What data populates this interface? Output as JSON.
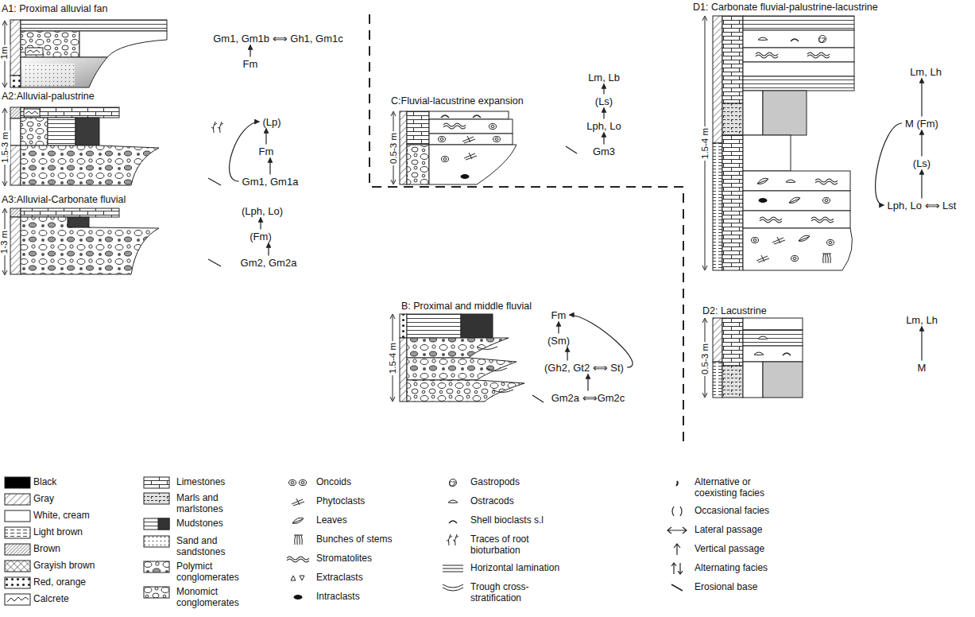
{
  "diagram": {
    "nodes": [
      {
        "text": [
          "Gm1, Gm1b ⟺ Gh1, Gm1c"
        ]
      },
      {
        "text": [
          "Fm"
        ]
      },
      {
        "text": [
          "(Lp)"
        ]
      },
      {
        "text": [
          "Fm"
        ]
      },
      {
        "text": [
          "Gm1, Gm1a"
        ]
      },
      {
        "text": [
          "(Lph, Lo)"
        ]
      },
      {
        "text": [
          "(Fm)"
        ]
      },
      {
        "text": [
          "Gm2, Gm2a"
        ]
      },
      {
        "text": [
          "Lm, Lb"
        ]
      },
      {
        "text": [
          "(Ls)"
        ]
      },
      {
        "text": [
          "Lph, Lo"
        ]
      },
      {
        "text": [
          "Gm3"
        ]
      },
      {
        "text": [
          "Fm"
        ]
      },
      {
        "text": [
          "(Sm)"
        ]
      },
      {
        "text": [
          "(Gh2, Gt2 ⟺ St)"
        ]
      },
      {
        "text": [
          "Gm2a ⟺Gm2c"
        ]
      },
      {
        "text": [
          "Lm, Lh"
        ]
      },
      {
        "text": [
          "M (Fm)"
        ]
      },
      {
        "text": [
          "(Ls)"
        ]
      },
      {
        "text": [
          "Lph, Lo ⟺ Lst"
        ]
      },
      {
        "text": [
          "Lm, Lh"
        ]
      },
      {
        "text": [
          "M"
        ]
      }
    ],
    "edges": [
      {
        "from": 1,
        "to": 0,
        "arrow": "to"
      },
      {
        "from": 4,
        "to": 3,
        "arrow": "to"
      },
      {
        "from": 3,
        "to": 2,
        "arrow": "to"
      },
      {
        "from": 4,
        "to": 2,
        "arrow": "to"
      },
      {
        "from": 7,
        "to": 6,
        "arrow": "to"
      },
      {
        "from": 6,
        "to": 5,
        "arrow": "to"
      },
      {
        "from": 11,
        "to": 10,
        "arrow": "to"
      },
      {
        "from": 10,
        "to": 9,
        "arrow": "to"
      },
      {
        "from": 9,
        "to": 8,
        "arrow": "to"
      },
      {
        "from": 15,
        "to": 14,
        "arrow": "to"
      },
      {
        "from": 14,
        "to": 13,
        "arrow": "to"
      },
      {
        "from": 13,
        "to": 12,
        "arrow": "to"
      },
      {
        "from": 14,
        "to": 12,
        "arrow": "to"
      },
      {
        "from": 19,
        "to": 18,
        "arrow": "to"
      },
      {
        "from": 18,
        "to": 17,
        "arrow": "to"
      },
      {
        "from": 17,
        "to": 16,
        "arrow": "to"
      },
      {
        "from": 17,
        "to": 19,
        "arrow": "to"
      },
      {
        "from": 21,
        "to": 20,
        "arrow": "to"
      }
    ],
    "labels": [
      "A1: Proximal alluvial fan",
      "1m",
      "A2:Alluvial-palustrine",
      "1.5-3 m",
      "A3:Alluvial-Carbonate fluvial",
      "1-3 m",
      "C:Fluvial-lacustrine expansion",
      "0.5-3 m",
      "B: Proximal and middle fluvial",
      "1.5-4 m",
      "D1: Carbonate fluvial-palustrine-lacustrine",
      "1.5-4 m",
      "D2: Lacustrine",
      "0.5-3 m"
    ],
    "legend": [
      {
        "text": "Black",
        "color": "#000000"
      },
      {
        "text": "Gray"
      },
      {
        "text": "White, cream"
      },
      {
        "text": "Light brown"
      },
      {
        "text": "Brown"
      },
      {
        "text": "Grayish brown"
      },
      {
        "text": "Red, orange"
      },
      {
        "text": "Calcrete"
      },
      {
        "text": "Limestones"
      },
      {
        "text": "Marls and marlstones"
      },
      {
        "text": "Mudstones"
      },
      {
        "text": "Sand and sandstones"
      },
      {
        "text": "Polymict conglomerates"
      },
      {
        "text": "Monomict conglomerates"
      },
      {
        "text": "Oncoids"
      },
      {
        "text": "Phytoclasts"
      },
      {
        "text": "Leaves"
      },
      {
        "text": "Bunches of stems"
      },
      {
        "text": "Stromatolites"
      },
      {
        "text": "Extraclasts"
      },
      {
        "text": "Intraclasts"
      },
      {
        "text": "Gastropods"
      },
      {
        "text": "Ostracods"
      },
      {
        "text": "Shell bioclasts s.l"
      },
      {
        "text": "Traces of root bioturbation"
      },
      {
        "text": "Horizontal lamination"
      },
      {
        "text": "Trough cross-stratification"
      },
      {
        "text": "Alternative or coexisting facies"
      },
      {
        "text": "Occasional facies"
      },
      {
        "text": "Lateral passage"
      },
      {
        "text": "Vertical passage"
      },
      {
        "text": "Alternating facies"
      },
      {
        "text": "Erosional base"
      }
    ]
  }
}
